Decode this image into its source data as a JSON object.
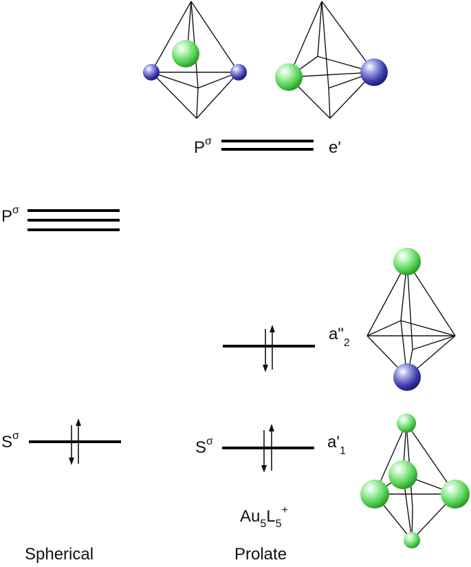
{
  "diagram": {
    "columns": {
      "spherical": "Spherical",
      "prolate": "Prolate"
    },
    "formula": {
      "main": "Au",
      "sub1": "5",
      "l": "L",
      "sub2": "5",
      "charge": "+"
    },
    "levels": {
      "spherical_p": {
        "base": "P",
        "sup": "σ",
        "degeneracy": 3
      },
      "spherical_s": {
        "base": "S",
        "sup": "σ",
        "electrons": 2
      },
      "prolate_p": {
        "base": "P",
        "sup": "σ",
        "symmetry": "e'",
        "degeneracy": 2
      },
      "prolate_a2": {
        "base": "a\"",
        "sub": "2",
        "electrons": 2
      },
      "prolate_s": {
        "base": "S",
        "sup": "σ",
        "symmetry_base": "a'",
        "symmetry_sub": "1",
        "electrons": 2
      }
    },
    "colors": {
      "green_atom": "#5ed85e",
      "blue_atom": "#3a3aa8",
      "line": "#000000"
    }
  }
}
